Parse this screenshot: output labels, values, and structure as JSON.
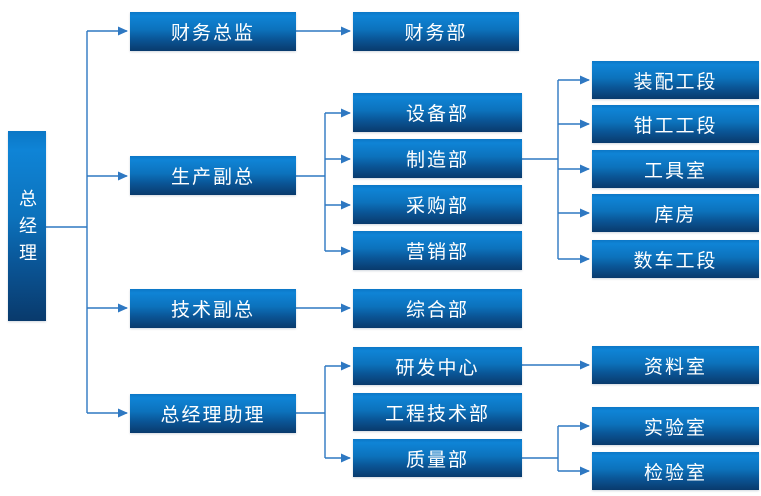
{
  "colors": {
    "grad_hi": "#0F84D6",
    "grad_mid": "#0C72BC",
    "grad_lo": "#093A6C",
    "line": "#2E78C2",
    "text": "#FFFFFF",
    "bg": "#FFFFFF"
  },
  "nodes": [
    {
      "id": "gm",
      "label": "总经理",
      "level": 0
    },
    {
      "id": "finance-director",
      "label": "财务总监",
      "level": 1
    },
    {
      "id": "finance-dept",
      "label": "财务部",
      "level": 2
    },
    {
      "id": "production-vp",
      "label": "生产副总",
      "level": 1
    },
    {
      "id": "equipment-dept",
      "label": "设备部",
      "level": 2
    },
    {
      "id": "manufacturing-dept",
      "label": "制造部",
      "level": 2
    },
    {
      "id": "purchasing-dept",
      "label": "采购部",
      "level": 2
    },
    {
      "id": "marketing-dept",
      "label": "营销部",
      "level": 2
    },
    {
      "id": "assembly-section",
      "label": "装配工段",
      "level": 3
    },
    {
      "id": "fitter-section",
      "label": "钳工工段",
      "level": 3
    },
    {
      "id": "tool-room",
      "label": "工具室",
      "level": 3
    },
    {
      "id": "warehouse",
      "label": "库房",
      "level": 3
    },
    {
      "id": "cnc-section",
      "label": "数车工段",
      "level": 3
    },
    {
      "id": "technical-vp",
      "label": "技术副总",
      "level": 1
    },
    {
      "id": "general-dept",
      "label": "综合部",
      "level": 2
    },
    {
      "id": "gm-assistant",
      "label": "总经理助理",
      "level": 1
    },
    {
      "id": "rd-center",
      "label": "研发中心",
      "level": 2
    },
    {
      "id": "engineering-tech-dept",
      "label": "工程技术部",
      "level": 2
    },
    {
      "id": "quality-dept",
      "label": "质量部",
      "level": 2
    },
    {
      "id": "archive-room",
      "label": "资料室",
      "level": 3
    },
    {
      "id": "laboratory",
      "label": "实验室",
      "level": 3
    },
    {
      "id": "inspection-room",
      "label": "检验室",
      "level": 3
    }
  ],
  "edges": [
    {
      "from": "总经理",
      "to": "财务总监"
    },
    {
      "from": "总经理",
      "to": "生产副总"
    },
    {
      "from": "总经理",
      "to": "技术副总"
    },
    {
      "from": "总经理",
      "to": "总经理助理"
    },
    {
      "from": "财务总监",
      "to": "财务部"
    },
    {
      "from": "生产副总",
      "to": "设备部"
    },
    {
      "from": "生产副总",
      "to": "制造部"
    },
    {
      "from": "生产副总",
      "to": "采购部"
    },
    {
      "from": "生产副总",
      "to": "营销部"
    },
    {
      "from": "制造部",
      "to": "装配工段"
    },
    {
      "from": "制造部",
      "to": "钳工工段"
    },
    {
      "from": "制造部",
      "to": "工具室"
    },
    {
      "from": "制造部",
      "to": "库房"
    },
    {
      "from": "制造部",
      "to": "数车工段"
    },
    {
      "from": "技术副总",
      "to": "综合部"
    },
    {
      "from": "总经理助理",
      "to": "研发中心"
    },
    {
      "from": "总经理助理",
      "to": "质量部"
    },
    {
      "from": "研发中心",
      "to": "资料室"
    },
    {
      "from": "质量部",
      "to": "实验室"
    },
    {
      "from": "质量部",
      "to": "检验室"
    }
  ]
}
